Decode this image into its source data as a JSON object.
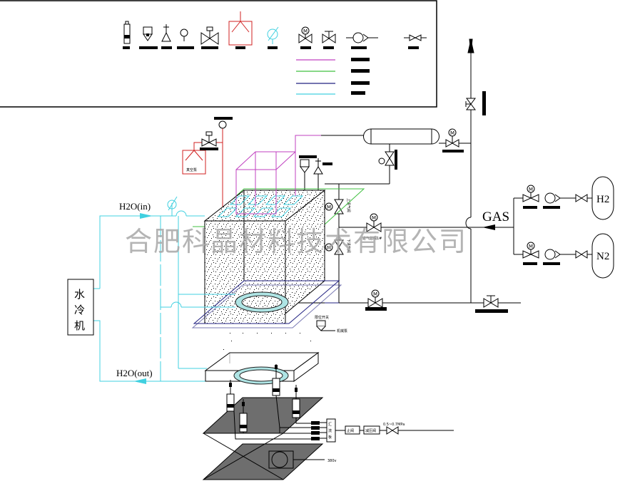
{
  "legend": {
    "symbols": [
      {
        "icon": "sensor-icon"
      },
      {
        "icon": "vacuum-gauge-icon"
      },
      {
        "icon": "relief-valve-icon"
      },
      {
        "icon": "pressure-gauge-icon"
      },
      {
        "icon": "needle-valve-icon"
      },
      {
        "icon": "vacuum-pump-icon"
      },
      {
        "icon": "flow-meter-icon"
      },
      {
        "icon": "motor-valve-icon"
      },
      {
        "icon": "manual-valve-icon"
      },
      {
        "icon": "check-valve-icon"
      },
      {
        "icon": "inline-valve-icon"
      }
    ],
    "line_types": [
      {
        "color": "#c040c0"
      },
      {
        "color": "#40c040"
      },
      {
        "color": "#202080"
      },
      {
        "color": "#40d0e0"
      }
    ]
  },
  "labels": {
    "vacuum_pump": "真空泵",
    "gas": "GAS",
    "h2": "H2",
    "n2": "N2",
    "water_in": "H2O(in)",
    "water_out": "H2O(out)",
    "chiller": [
      "水",
      "冷",
      "机"
    ],
    "inlet_valve": "进气总阀1#",
    "upper_inlet": "上进气阀",
    "lower_inlet": "下进气阀",
    "limit_switch": "限位开关",
    "mechanical_pump": "机械泵",
    "collector": [
      "汇",
      "流",
      "板"
    ],
    "stop_valve": "止阀",
    "reducing_valve": "减压阀",
    "pressure": "0.5~0.7MPa",
    "power": "380v"
  },
  "watermark": "合肥科晶材料技术有限公司",
  "colors": {
    "red": "#d02020",
    "magenta": "#c040c0",
    "green": "#40c040",
    "navy": "#202080",
    "cyan": "#40d0e0",
    "gray": "#6e6e6e"
  }
}
